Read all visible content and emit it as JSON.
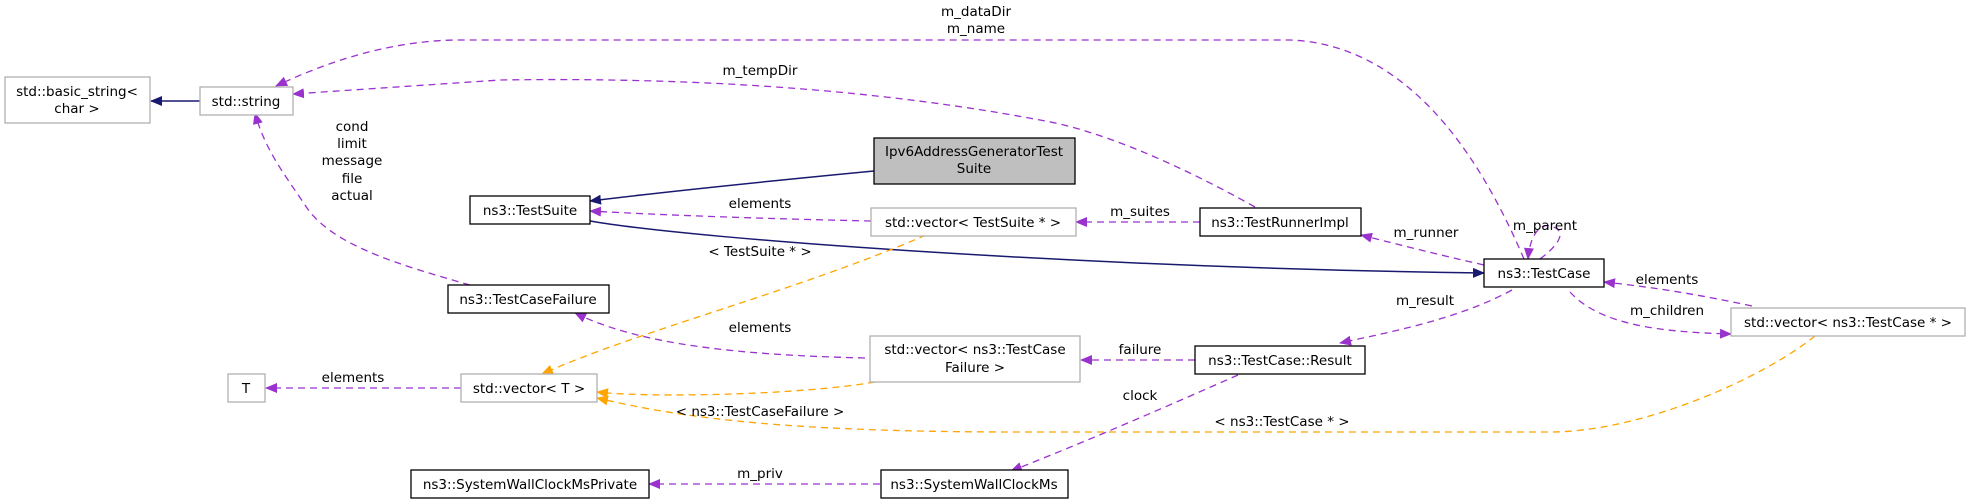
{
  "nodes": {
    "basic_string": [
      "std::basic_string<",
      "char >"
    ],
    "string": "std::string",
    "ipv6_suite": [
      "Ipv6AddressGeneratorTest",
      "Suite"
    ],
    "test_suite": "ns3::TestSuite",
    "vector_testsuite": "std::vector< TestSuite * >",
    "test_runner_impl": "ns3::TestRunnerImpl",
    "test_case": "ns3::TestCase",
    "test_case_failure": "ns3::TestCaseFailure",
    "vector_testcase": "std::vector< ns3::TestCase * >",
    "t": "T",
    "vector_t": "std::vector< T >",
    "vector_failure": [
      "std::vector< ns3::TestCase",
      "Failure >"
    ],
    "result": "ns3::TestCase::Result",
    "swcm_private": "ns3::SystemWallClockMsPrivate",
    "swcm": "ns3::SystemWallClockMs"
  },
  "edge_labels": {
    "datadir_name": [
      "m_dataDir",
      "m_name"
    ],
    "tempdir": "m_tempDir",
    "failure_fields": [
      "cond",
      "limit",
      "message",
      "file",
      "actual"
    ],
    "suite_elements": "elements",
    "suites": "m_suites",
    "runner": "m_runner",
    "parent": "m_parent",
    "testcase_elements": "elements",
    "children": "m_children",
    "result": "m_result",
    "failure": "failure",
    "failure_elements": "elements",
    "t_elements": "elements",
    "tpl_testsuite": "< TestSuite * >",
    "tpl_testcasefailure": "< ns3::TestCaseFailure >",
    "tpl_testcase": "< ns3::TestCase * >",
    "clock": "clock",
    "priv": "m_priv"
  },
  "colors": {
    "inheritance": "#191970",
    "member": "#9a32cd",
    "template": "#ffa500",
    "focus_fill": "#bfbfbf",
    "gray_border": "#b0b0b0"
  }
}
